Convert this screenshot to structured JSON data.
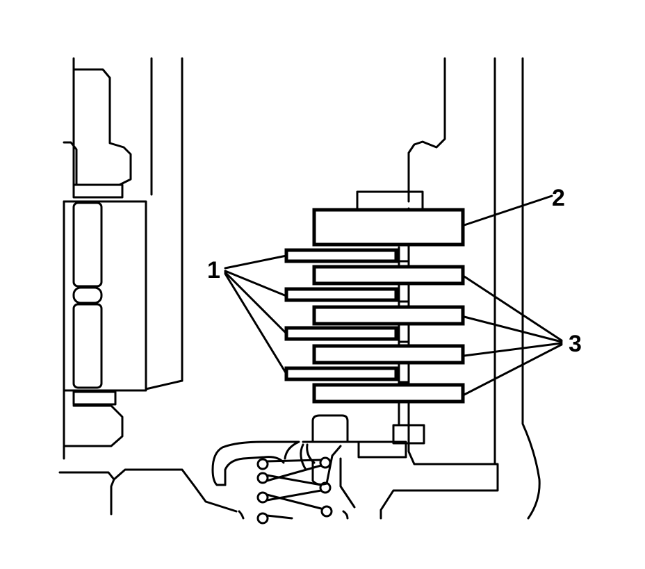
{
  "diagram": {
    "callouts": {
      "c1": "1",
      "c2": "2",
      "c3": "3"
    }
  }
}
